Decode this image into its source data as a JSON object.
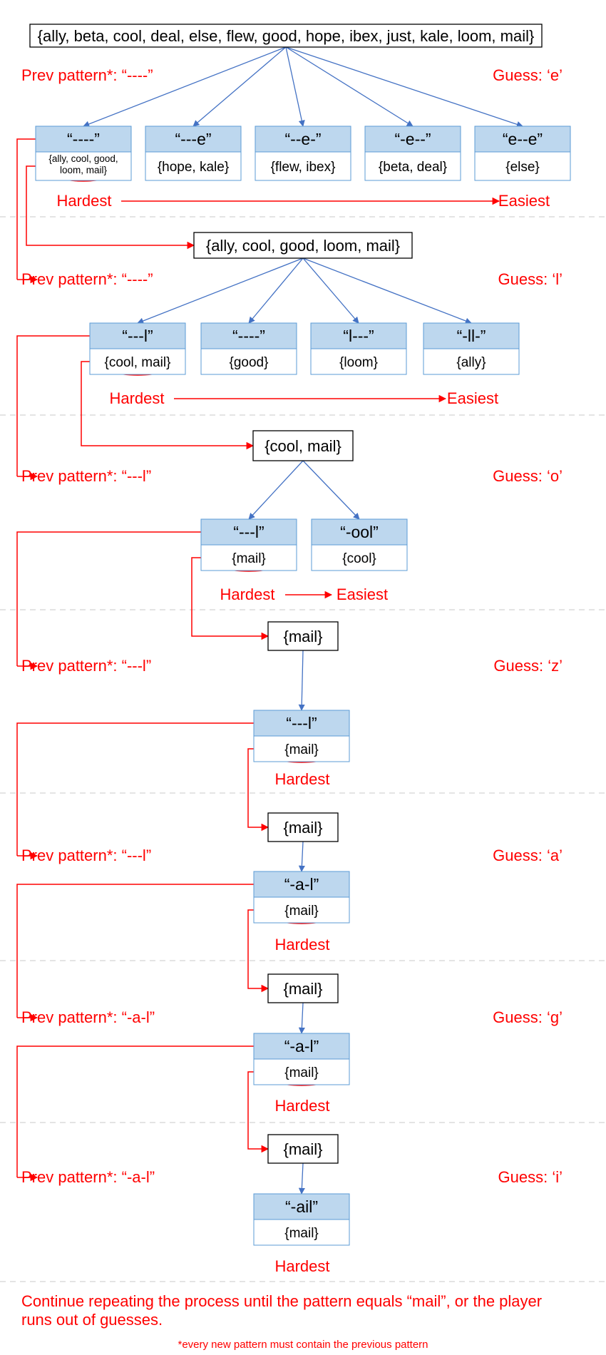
{
  "colors": {
    "accent_red": "#ff0000",
    "edge_blue": "#4472c4",
    "pattern_fill": "#bdd7ee",
    "pattern_border": "#5b9bd5",
    "separator": "#c8c8c8"
  },
  "stages": [
    {
      "set_box": "{ally, beta, cool, deal, else, flew, good, hope, ibex, just, kale, loom, mail}",
      "prev_label": "Prev pattern*: “----”",
      "guess_label": "Guess: ‘e’",
      "families": [
        {
          "pattern": "“----”",
          "words_lines": [
            "{ally, cool, good,",
            "loom, mail}"
          ]
        },
        {
          "pattern": "“---e”",
          "words_lines": [
            "{hope, kale}"
          ]
        },
        {
          "pattern": "“--e-”",
          "words_lines": [
            "{flew, ibex}"
          ]
        },
        {
          "pattern": "“-e--”",
          "words_lines": [
            "{beta, deal}"
          ]
        },
        {
          "pattern": "“e--e”",
          "words_lines": [
            "{else}"
          ]
        }
      ],
      "hardest": "Hardest",
      "easiest": "Easiest"
    },
    {
      "set_box": "{ally, cool, good, loom, mail}",
      "prev_label": "Prev pattern*: “----”",
      "guess_label": "Guess: ‘l’",
      "families": [
        {
          "pattern": "“---l”",
          "words_lines": [
            "{cool, mail}"
          ]
        },
        {
          "pattern": "“----”",
          "words_lines": [
            "{good}"
          ]
        },
        {
          "pattern": "“l---”",
          "words_lines": [
            "{loom}"
          ]
        },
        {
          "pattern": "“-ll-”",
          "words_lines": [
            "{ally}"
          ]
        }
      ],
      "hardest": "Hardest",
      "easiest": "Easiest"
    },
    {
      "set_box": "{cool, mail}",
      "prev_label": "Prev pattern*: “---l”",
      "guess_label": "Guess: ‘o’",
      "families": [
        {
          "pattern": "“---l”",
          "words_lines": [
            "{mail}"
          ]
        },
        {
          "pattern": "“-ool”",
          "words_lines": [
            "{cool}"
          ]
        }
      ],
      "hardest": "Hardest",
      "easiest": "Easiest"
    },
    {
      "set_box": "{mail}",
      "prev_label": "Prev pattern*: “---l”",
      "guess_label": "Guess: ‘z’",
      "families": [
        {
          "pattern": "“---l”",
          "words_lines": [
            "{mail}"
          ]
        }
      ],
      "hardest": "Hardest",
      "easiest": ""
    },
    {
      "set_box": "{mail}",
      "prev_label": "Prev pattern*: “---l”",
      "guess_label": "Guess: ‘a’",
      "families": [
        {
          "pattern": "“-a-l”",
          "words_lines": [
            "{mail}"
          ]
        }
      ],
      "hardest": "Hardest",
      "easiest": ""
    },
    {
      "set_box": "{mail}",
      "prev_label": "Prev pattern*: “-a-l”",
      "guess_label": "Guess: ‘g’",
      "families": [
        {
          "pattern": "“-a-l”",
          "words_lines": [
            "{mail}"
          ]
        }
      ],
      "hardest": "Hardest",
      "easiest": ""
    },
    {
      "set_box": "{mail}",
      "prev_label": "Prev pattern*: “-a-l”",
      "guess_label": "Guess: ‘i’",
      "families": [
        {
          "pattern": "“-ail”",
          "words_lines": [
            "{mail}"
          ]
        }
      ],
      "hardest": "Hardest",
      "easiest": ""
    }
  ],
  "conclusion_lines": [
    "Continue repeating the process until the pattern equals “mail”, or the player",
    "runs out of guesses."
  ],
  "footnote": "*every new pattern must contain the previous pattern"
}
